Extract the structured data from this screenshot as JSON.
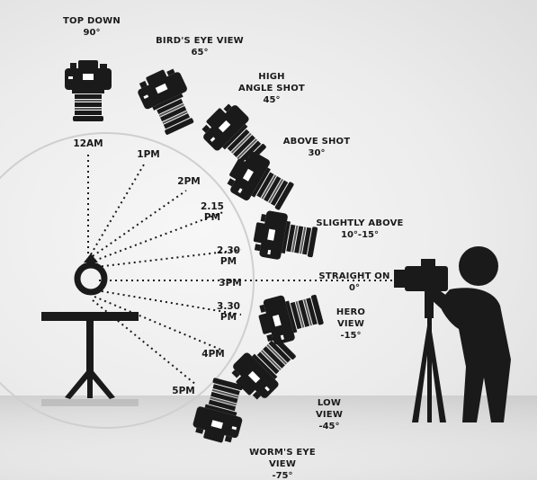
{
  "colors": {
    "ink": "#1a1a1a",
    "background": "#ececec",
    "circle": "#cfcfcf"
  },
  "icons": [
    "camera-icon",
    "ring-icon",
    "table-icon",
    "photographer-icon",
    "tripod-icon"
  ],
  "positions": [
    {
      "id": "top-down",
      "time": "12AM",
      "shot": [
        "TOP DOWN"
      ],
      "angle": "90°"
    },
    {
      "id": "birds-eye",
      "time": "1PM",
      "shot": [
        "BIRD'S EYE VIEW"
      ],
      "angle": "65°"
    },
    {
      "id": "high-angle",
      "time": "2PM",
      "shot": [
        "HIGH",
        "ANGLE SHOT"
      ],
      "angle": "45°"
    },
    {
      "id": "above-shot",
      "time": "2.15 PM",
      "time_lines": [
        "2.15",
        "PM"
      ],
      "shot": [
        "ABOVE SHOT"
      ],
      "angle": "30°"
    },
    {
      "id": "slightly-above",
      "time": "2.30 PM",
      "time_lines": [
        "2.30",
        "PM"
      ],
      "shot": [
        "SLIGHTLY ABOVE"
      ],
      "angle": "10°-15°"
    },
    {
      "id": "straight-on",
      "time": "3PM",
      "shot": [
        "STRAIGHT ON"
      ],
      "angle": "0°"
    },
    {
      "id": "hero-view",
      "time": "3.30 PM",
      "time_lines": [
        "3.30",
        "PM"
      ],
      "shot": [
        "HERO",
        "VIEW"
      ],
      "angle": "-15°"
    },
    {
      "id": "low-view",
      "time": "4PM",
      "shot": [
        "LOW",
        "VIEW"
      ],
      "angle": "-45°"
    },
    {
      "id": "worms-eye",
      "time": "5PM",
      "shot": [
        "WORM'S EYE",
        "VIEW"
      ],
      "angle": "-75°"
    }
  ]
}
